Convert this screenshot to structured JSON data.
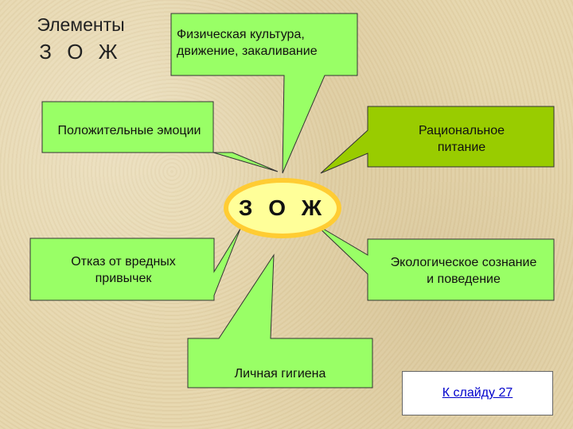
{
  "title": {
    "line1": "Элементы",
    "line2": "З О Ж"
  },
  "center": {
    "label": "З О Ж"
  },
  "boxes": {
    "physical": "Физическая культура, движение, закаливание",
    "emotions": "Положительные эмоции",
    "nutrition": "Рациональное питание",
    "habits": "Отказ от вредных привычек",
    "ecology": "Экологическое сознание и поведение",
    "hygiene": "Личная гигиена"
  },
  "link": {
    "label": "К слайду  27"
  },
  "colors": {
    "box_fill": "#99ff66",
    "nutrition_fill": "#99cc00",
    "center_fill": "#ffff99",
    "center_border": "#ffcc33",
    "link": "#0000cc"
  }
}
